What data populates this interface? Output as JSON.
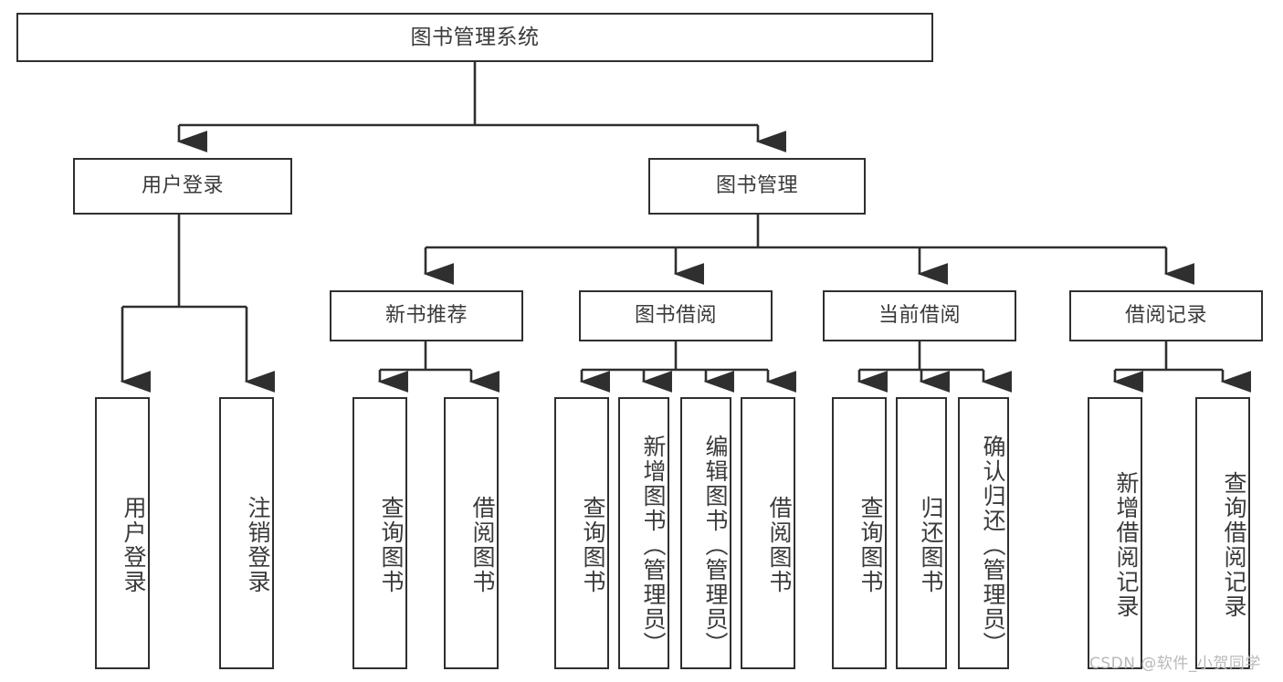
{
  "diagram": {
    "title": "图书管理系统",
    "type": "tree-hierarchy",
    "watermark": "CSDN @软件_小贺同学",
    "colors": {
      "background": "#ffffff",
      "box_border": "#2f2f2f",
      "box_fill": "#ffffff",
      "text": "#3a3a3a",
      "edge": "#2f2f2f",
      "watermark": "#b9b9b9"
    },
    "levels": {
      "root": "图书管理系统",
      "level2": [
        "用户登录",
        "图书管理"
      ],
      "level3": [
        "新书推荐",
        "图书借阅",
        "当前借阅",
        "借阅记录"
      ]
    },
    "nodes": {
      "root": {
        "label": "图书管理系统"
      },
      "user_login": {
        "label": "用户登录"
      },
      "book_manage": {
        "label": "图书管理"
      },
      "new_book_rec": {
        "label": "新书推荐"
      },
      "book_borrow": {
        "label": "图书借阅"
      },
      "current_borrow": {
        "label": "当前借阅"
      },
      "borrow_record": {
        "label": "借阅记录"
      },
      "leaf_user_login": {
        "label": "用户登录"
      },
      "leaf_user_logout": {
        "label": "注销登录"
      },
      "leaf_rec_query": {
        "label": "查询图书"
      },
      "leaf_rec_borrow": {
        "label": "借阅图书"
      },
      "leaf_borrow_query": {
        "label": "查询图书"
      },
      "leaf_borrow_add": {
        "label": "新增图书（管理员）"
      },
      "leaf_borrow_edit": {
        "label": "编辑图书（管理员）"
      },
      "leaf_borrow_borrow": {
        "label": "借阅图书"
      },
      "leaf_cur_query": {
        "label": "查询图书"
      },
      "leaf_cur_return": {
        "label": "归还图书"
      },
      "leaf_cur_confirm": {
        "label": "确认归还（管理员）"
      },
      "leaf_rec_add": {
        "label": "新增借阅记录"
      },
      "leaf_rec_search": {
        "label": "查询借阅记录"
      }
    }
  }
}
